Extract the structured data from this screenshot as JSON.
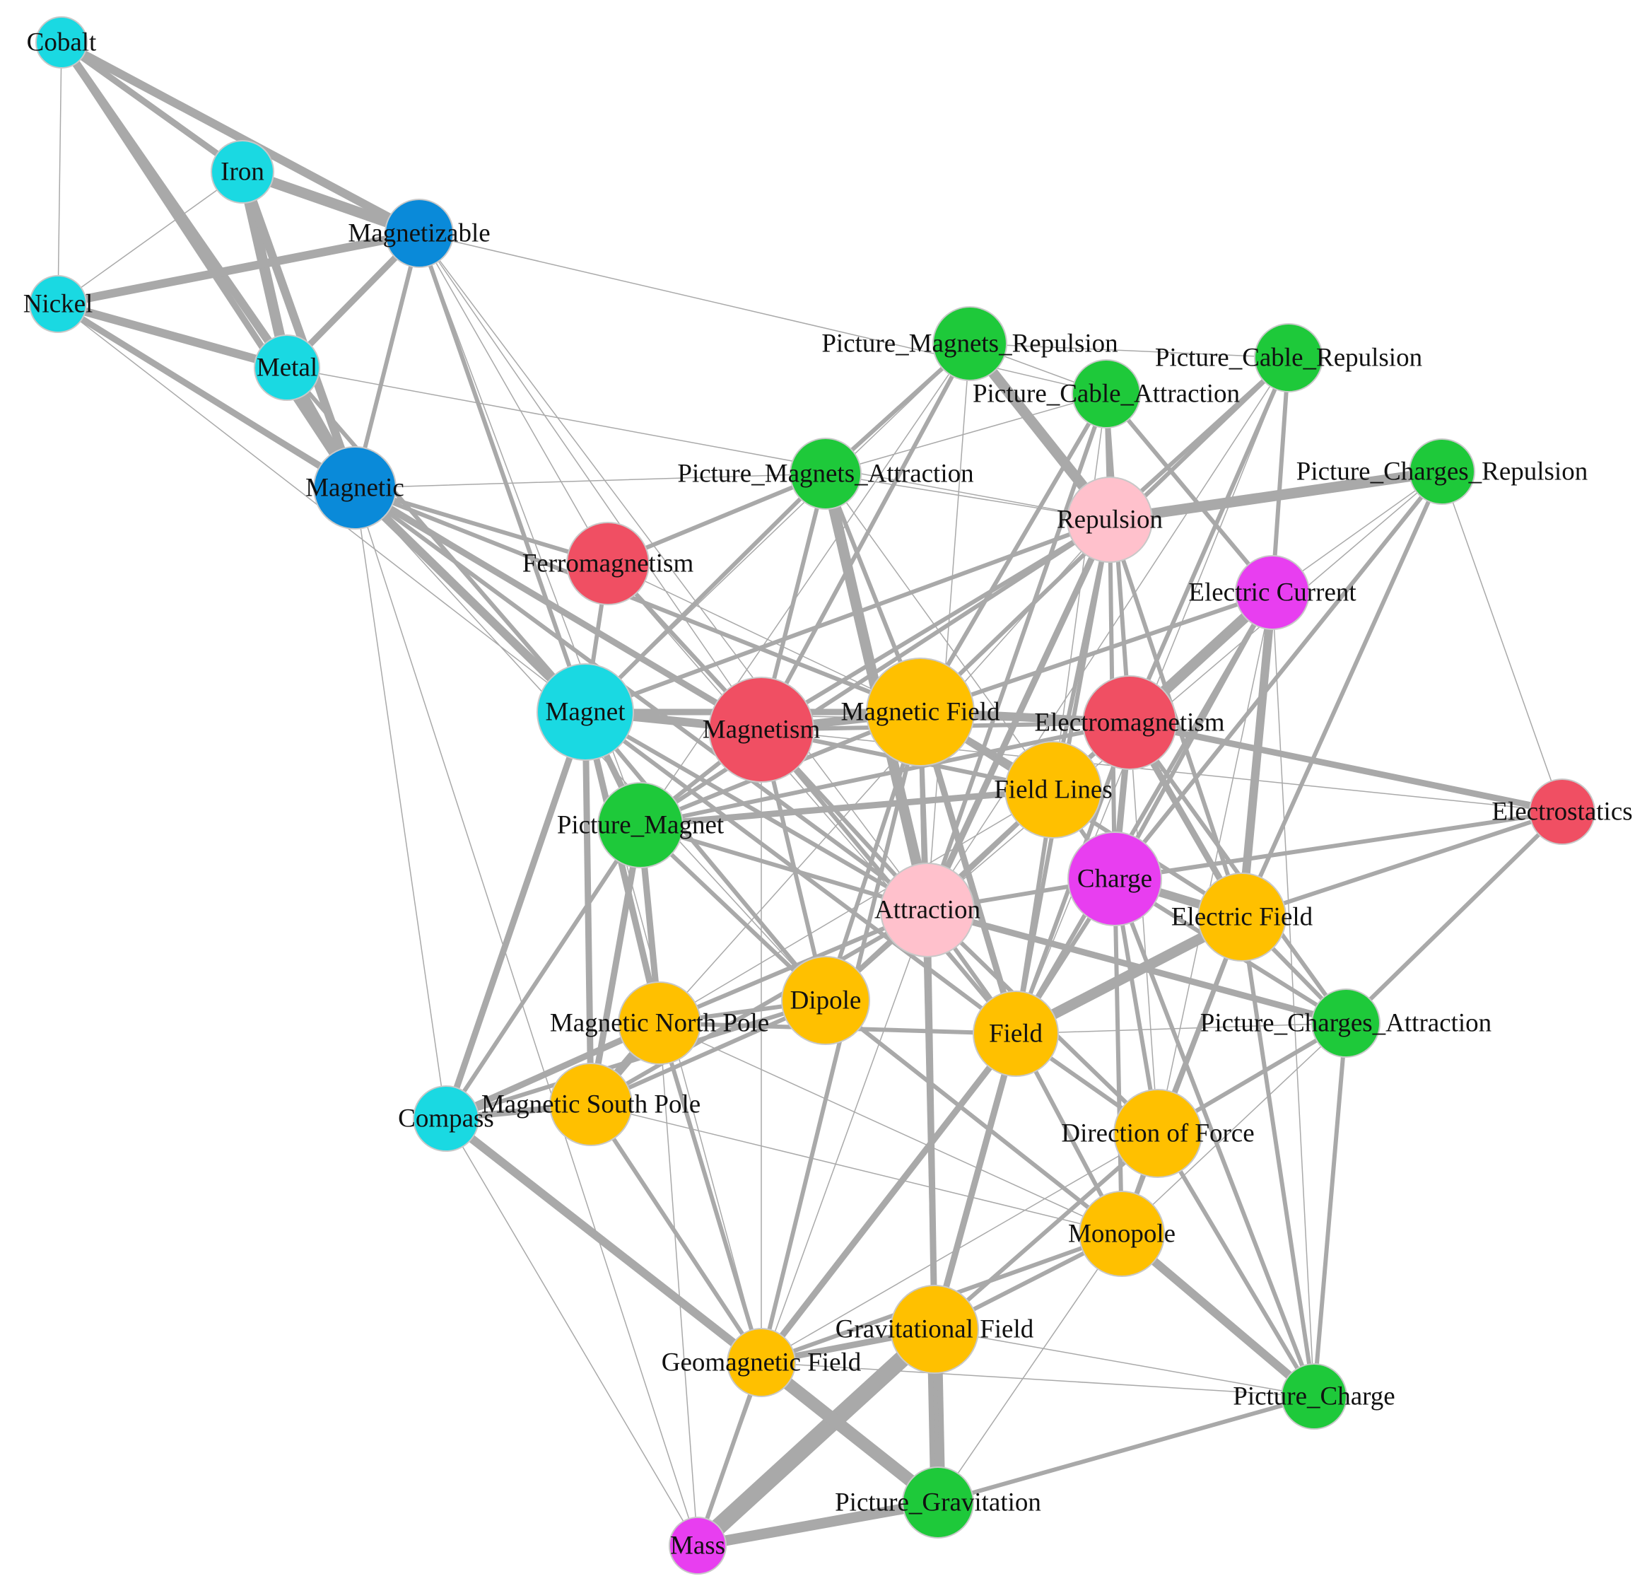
{
  "colors": {
    "cyan": "#1ad9e2",
    "blue": "#0a8ad9",
    "red": "#f04f63",
    "pink": "#ffc1cc",
    "magenta": "#e83ef0",
    "orange": "#ffc000",
    "green": "#1ec93a",
    "edge": "#a9a9a9",
    "node_border": "#c8c8c8"
  },
  "nodes": [
    {
      "id": "cobalt",
      "label": "Cobalt",
      "color": "cyan"
    },
    {
      "id": "iron",
      "label": "Iron",
      "color": "cyan"
    },
    {
      "id": "magnetizable",
      "label": "Magnetizable",
      "color": "blue"
    },
    {
      "id": "nickel",
      "label": "Nickel",
      "color": "cyan"
    },
    {
      "id": "metal",
      "label": "Metal",
      "color": "cyan"
    },
    {
      "id": "magnetic",
      "label": "Magnetic",
      "color": "blue"
    },
    {
      "id": "pic_mag_rep",
      "label": "Picture_Magnets_Repulsion",
      "color": "green"
    },
    {
      "id": "pic_cable_rep",
      "label": "Picture_Cable_Repulsion",
      "color": "green"
    },
    {
      "id": "pic_cable_att",
      "label": "Picture_Cable_Attraction",
      "color": "green"
    },
    {
      "id": "pic_mag_att",
      "label": "Picture_Magnets_Attraction",
      "color": "green"
    },
    {
      "id": "pic_charges_rep",
      "label": "Picture_Charges_Repulsion",
      "color": "green"
    },
    {
      "id": "repulsion",
      "label": "Repulsion",
      "color": "pink"
    },
    {
      "id": "ferromagnetism",
      "label": "Ferromagnetism",
      "color": "red"
    },
    {
      "id": "electric_current",
      "label": "Electric Current",
      "color": "magenta"
    },
    {
      "id": "magnet",
      "label": "Magnet",
      "color": "cyan"
    },
    {
      "id": "magnetism",
      "label": "Magnetism",
      "color": "red"
    },
    {
      "id": "magnetic_field",
      "label": "Magnetic Field",
      "color": "orange"
    },
    {
      "id": "electromagnetism",
      "label": "Electromagnetism",
      "color": "red"
    },
    {
      "id": "field_lines",
      "label": "Field Lines",
      "color": "orange"
    },
    {
      "id": "electrostatics",
      "label": "Electrostatics",
      "color": "red"
    },
    {
      "id": "picture_magnet",
      "label": "Picture_Magnet",
      "color": "green"
    },
    {
      "id": "charge",
      "label": "Charge",
      "color": "magenta"
    },
    {
      "id": "attraction",
      "label": "Attraction",
      "color": "pink"
    },
    {
      "id": "electric_field",
      "label": "Electric Field",
      "color": "orange"
    },
    {
      "id": "dipole",
      "label": "Dipole",
      "color": "orange"
    },
    {
      "id": "mag_north",
      "label": "Magnetic North Pole",
      "color": "orange"
    },
    {
      "id": "field",
      "label": "Field",
      "color": "orange"
    },
    {
      "id": "pic_charges_att",
      "label": "Picture_Charges_Attraction",
      "color": "green"
    },
    {
      "id": "compass",
      "label": "Compass",
      "color": "cyan"
    },
    {
      "id": "mag_south",
      "label": "Magnetic South Pole",
      "color": "orange"
    },
    {
      "id": "direction_force",
      "label": "Direction of Force",
      "color": "orange"
    },
    {
      "id": "monopole",
      "label": "Monopole",
      "color": "orange"
    },
    {
      "id": "grav_field",
      "label": "Gravitational Field",
      "color": "orange"
    },
    {
      "id": "geomag_field",
      "label": "Geomagnetic Field",
      "color": "orange"
    },
    {
      "id": "picture_charge",
      "label": "Picture_Charge",
      "color": "green"
    },
    {
      "id": "pic_gravitation",
      "label": "Picture_Gravitation",
      "color": "green"
    },
    {
      "id": "mass",
      "label": "Mass",
      "color": "magenta"
    }
  ],
  "edges": [
    [
      "cobalt",
      "iron",
      3
    ],
    [
      "cobalt",
      "magnetizable",
      4
    ],
    [
      "cobalt",
      "metal",
      4
    ],
    [
      "cobalt",
      "magnetic",
      3
    ],
    [
      "cobalt",
      "nickel",
      1
    ],
    [
      "iron",
      "magnetizable",
      5
    ],
    [
      "iron",
      "metal",
      5
    ],
    [
      "iron",
      "magnetic",
      4
    ],
    [
      "iron",
      "nickel",
      1
    ],
    [
      "nickel",
      "magnetizable",
      4
    ],
    [
      "nickel",
      "metal",
      4
    ],
    [
      "nickel",
      "magnetic",
      3
    ],
    [
      "nickel",
      "magnet",
      1
    ],
    [
      "nickel",
      "magnetism",
      1
    ],
    [
      "metal",
      "magnetic",
      5
    ],
    [
      "metal",
      "magnetizable",
      3
    ],
    [
      "metal",
      "magnet",
      2
    ],
    [
      "metal",
      "repulsion",
      1
    ],
    [
      "magnetizable",
      "magnetic",
      2
    ],
    [
      "magnetizable",
      "magnet",
      2
    ],
    [
      "magnetizable",
      "ferromagnetism",
      1
    ],
    [
      "magnetizable",
      "magnetism",
      1
    ],
    [
      "magnetizable",
      "attraction",
      1
    ],
    [
      "magnetizable",
      "pic_cable_att",
      1
    ],
    [
      "magnetizable",
      "picture_magnet",
      1
    ],
    [
      "magnetic",
      "magnet",
      4
    ],
    [
      "magnetic",
      "magnetism",
      3
    ],
    [
      "magnetic",
      "ferromagnetism",
      2
    ],
    [
      "magnetic",
      "magnetic_field",
      2
    ],
    [
      "magnetic",
      "attraction",
      2
    ],
    [
      "magnetic",
      "compass",
      1
    ],
    [
      "magnetic",
      "pic_mag_att",
      1
    ],
    [
      "magnetic",
      "dipole",
      1
    ],
    [
      "ferromagnetism",
      "magnet",
      2
    ],
    [
      "ferromagnetism",
      "magnetism",
      2
    ],
    [
      "ferromagnetism",
      "pic_mag_att",
      2
    ],
    [
      "ferromagnetism",
      "magnetic_field",
      1
    ],
    [
      "ferromagnetism",
      "field",
      1
    ],
    [
      "magnet",
      "magnetism",
      4
    ],
    [
      "magnet",
      "magnetic_field",
      3
    ],
    [
      "magnet",
      "picture_magnet",
      3
    ],
    [
      "magnet",
      "mag_north",
      3
    ],
    [
      "magnet",
      "mag_south",
      3
    ],
    [
      "magnet",
      "compass",
      3
    ],
    [
      "magnet",
      "attraction",
      2
    ],
    [
      "magnet",
      "repulsion",
      2
    ],
    [
      "magnet",
      "pic_mag_att",
      2
    ],
    [
      "magnet",
      "pic_mag_rep",
      1
    ],
    [
      "magnet",
      "dipole",
      2
    ],
    [
      "magnet",
      "field",
      2
    ],
    [
      "magnet",
      "electromagnetism",
      1
    ],
    [
      "magnet",
      "geomag_field",
      1
    ],
    [
      "magnetism",
      "magnetic_field",
      4
    ],
    [
      "magnetism",
      "electromagnetism",
      2
    ],
    [
      "magnetism",
      "pic_mag_att",
      2
    ],
    [
      "magnetism",
      "pic_mag_rep",
      2
    ],
    [
      "magnetism",
      "attraction",
      2
    ],
    [
      "magnetism",
      "repulsion",
      2
    ],
    [
      "magnetism",
      "field_lines",
      2
    ],
    [
      "magnetism",
      "dipole",
      2
    ],
    [
      "magnetism",
      "field",
      2
    ],
    [
      "magnetism",
      "picture_magnet",
      2
    ],
    [
      "magnetism",
      "geomag_field",
      1
    ],
    [
      "magnetism",
      "electrostatics",
      1
    ],
    [
      "magnetic_field",
      "electromagnetism",
      4
    ],
    [
      "magnetic_field",
      "field_lines",
      3
    ],
    [
      "magnetic_field",
      "field",
      3
    ],
    [
      "magnetic_field",
      "attraction",
      2
    ],
    [
      "magnetic_field",
      "pic_mag_att",
      2
    ],
    [
      "magnetic_field",
      "pic_cable_att",
      2
    ],
    [
      "magnetic_field",
      "pic_cable_rep",
      2
    ],
    [
      "magnetic_field",
      "picture_magnet",
      2
    ],
    [
      "magnetic_field",
      "electric_field",
      2
    ],
    [
      "magnetic_field",
      "grav_field",
      2
    ],
    [
      "magnetic_field",
      "electric_current",
      2
    ],
    [
      "magnetic_field",
      "dipole",
      2
    ],
    [
      "pic_mag_att",
      "attraction",
      5
    ],
    [
      "pic_mag_att",
      "pic_mag_rep",
      2
    ],
    [
      "pic_mag_att",
      "pic_cable_att",
      1
    ],
    [
      "pic_mag_att",
      "repulsion",
      1
    ],
    [
      "pic_mag_att",
      "field_lines",
      1
    ],
    [
      "pic_mag_rep",
      "repulsion",
      5
    ],
    [
      "pic_mag_rep",
      "pic_cable_rep",
      1
    ],
    [
      "pic_mag_rep",
      "pic_cable_att",
      1
    ],
    [
      "pic_mag_rep",
      "attraction",
      1
    ],
    [
      "pic_mag_rep",
      "picture_magnet",
      1
    ],
    [
      "pic_cable_att",
      "repulsion",
      2
    ],
    [
      "pic_cable_att",
      "attraction",
      2
    ],
    [
      "pic_cable_att",
      "electric_current",
      2
    ],
    [
      "pic_cable_att",
      "electromagnetism",
      2
    ],
    [
      "pic_cable_att",
      "field_lines",
      1
    ],
    [
      "pic_cable_rep",
      "repulsion",
      2
    ],
    [
      "pic_cable_rep",
      "electric_current",
      2
    ],
    [
      "pic_cable_rep",
      "electromagnetism",
      2
    ],
    [
      "pic_cable_rep",
      "attraction",
      1
    ],
    [
      "pic_cable_rep",
      "field",
      1
    ],
    [
      "pic_charges_rep",
      "repulsion",
      5
    ],
    [
      "pic_charges_rep",
      "charge",
      2
    ],
    [
      "pic_charges_rep",
      "electric_field",
      2
    ],
    [
      "pic_charges_rep",
      "electrostatics",
      1
    ],
    [
      "pic_charges_rep",
      "electric_current",
      1
    ],
    [
      "pic_charges_rep",
      "attraction",
      1
    ],
    [
      "repulsion",
      "attraction",
      3
    ],
    [
      "repulsion",
      "charge",
      2
    ],
    [
      "repulsion",
      "field_lines",
      2
    ],
    [
      "repulsion",
      "field",
      2
    ],
    [
      "repulsion",
      "electric_field",
      2
    ],
    [
      "repulsion",
      "picture_magnet",
      2
    ],
    [
      "repulsion",
      "mag_north",
      1
    ],
    [
      "electric_current",
      "electromagnetism",
      5
    ],
    [
      "electric_current",
      "electric_field",
      4
    ],
    [
      "electric_current",
      "field",
      2
    ],
    [
      "electric_current",
      "charge",
      2
    ],
    [
      "electric_current",
      "field_lines",
      2
    ],
    [
      "electric_current",
      "direction_force",
      1
    ],
    [
      "electromagnetism",
      "electrostatics",
      3
    ],
    [
      "electromagnetism",
      "charge",
      3
    ],
    [
      "electromagnetism",
      "electric_field",
      3
    ],
    [
      "electromagnetism",
      "field_lines",
      2
    ],
    [
      "electromagnetism",
      "picture_magnet",
      2
    ],
    [
      "electromagnetism",
      "field",
      2
    ],
    [
      "electromagnetism",
      "pic_charges_att",
      2
    ],
    [
      "electromagnetism",
      "direction_force",
      1
    ],
    [
      "electrostatics",
      "charge",
      2
    ],
    [
      "electrostatics",
      "electric_field",
      2
    ],
    [
      "electrostatics",
      "pic_charges_att",
      2
    ],
    [
      "electrostatics",
      "attraction",
      1
    ],
    [
      "field_lines",
      "picture_magnet",
      3
    ],
    [
      "field_lines",
      "field",
      2
    ],
    [
      "field_lines",
      "dipole",
      2
    ],
    [
      "field_lines",
      "attraction",
      2
    ],
    [
      "field_lines",
      "charge",
      2
    ],
    [
      "field_lines",
      "mag_north",
      1
    ],
    [
      "picture_magnet",
      "mag_north",
      3
    ],
    [
      "picture_magnet",
      "mag_south",
      3
    ],
    [
      "picture_magnet",
      "compass",
      2
    ],
    [
      "picture_magnet",
      "attraction",
      2
    ],
    [
      "picture_magnet",
      "dipole",
      2
    ],
    [
      "charge",
      "electric_field",
      4
    ],
    [
      "charge",
      "pic_charges_att",
      2
    ],
    [
      "charge",
      "field",
      2
    ],
    [
      "charge",
      "direction_force",
      2
    ],
    [
      "charge",
      "monopole",
      2
    ],
    [
      "charge",
      "picture_charge",
      2
    ],
    [
      "charge",
      "attraction",
      2
    ],
    [
      "attraction",
      "pic_charges_att",
      3
    ],
    [
      "attraction",
      "grav_field",
      3
    ],
    [
      "attraction",
      "mag_north",
      2
    ],
    [
      "attraction",
      "mag_south",
      2
    ],
    [
      "attraction",
      "field",
      2
    ],
    [
      "attraction",
      "dipole",
      2
    ],
    [
      "attraction",
      "direction_force",
      2
    ],
    [
      "attraction",
      "mass",
      1
    ],
    [
      "electric_field",
      "field",
      5
    ],
    [
      "electric_field",
      "pic_charges_att",
      2
    ],
    [
      "electric_field",
      "direction_force",
      2
    ],
    [
      "electric_field",
      "monopole",
      2
    ],
    [
      "electric_field",
      "picture_charge",
      2
    ],
    [
      "dipole",
      "mag_north",
      2
    ],
    [
      "dipole",
      "mag_south",
      2
    ],
    [
      "dipole",
      "compass",
      2
    ],
    [
      "dipole",
      "monopole",
      2
    ],
    [
      "mag_north",
      "mag_south",
      4
    ],
    [
      "mag_north",
      "compass",
      3
    ],
    [
      "mag_north",
      "geomag_field",
      2
    ],
    [
      "mag_north",
      "field",
      2
    ],
    [
      "mag_north",
      "monopole",
      1
    ],
    [
      "mag_south",
      "compass",
      3
    ],
    [
      "mag_south",
      "geomag_field",
      2
    ],
    [
      "mag_south",
      "monopole",
      1
    ],
    [
      "field",
      "grav_field",
      3
    ],
    [
      "field",
      "direction_force",
      2
    ],
    [
      "field",
      "monopole",
      2
    ],
    [
      "field",
      "geomag_field",
      3
    ],
    [
      "field",
      "pic_charges_att",
      1
    ],
    [
      "pic_charges_att",
      "direction_force",
      2
    ],
    [
      "pic_charges_att",
      "picture_charge",
      2
    ],
    [
      "pic_charges_att",
      "monopole",
      1
    ],
    [
      "compass",
      "geomag_field",
      2
    ],
    [
      "compass",
      "pic_gravitation",
      4
    ],
    [
      "compass",
      "mass",
      1
    ],
    [
      "direction_force",
      "monopole",
      2
    ],
    [
      "direction_force",
      "picture_charge",
      2
    ],
    [
      "direction_force",
      "grav_field",
      2
    ],
    [
      "direction_force",
      "geomag_field",
      1
    ],
    [
      "monopole",
      "picture_charge",
      4
    ],
    [
      "monopole",
      "grav_field",
      2
    ],
    [
      "monopole",
      "geomag_field",
      2
    ],
    [
      "monopole",
      "pic_gravitation",
      1
    ],
    [
      "grav_field",
      "geomag_field",
      3
    ],
    [
      "grav_field",
      "pic_gravitation",
      7
    ],
    [
      "grav_field",
      "mass",
      8
    ],
    [
      "grav_field",
      "picture_charge",
      1
    ],
    [
      "geomag_field",
      "pic_gravitation",
      6
    ],
    [
      "geomag_field",
      "mass",
      2
    ],
    [
      "geomag_field",
      "magnetic_field",
      2
    ],
    [
      "geomag_field",
      "picture_charge",
      1
    ],
    [
      "picture_charge",
      "pic_gravitation",
      2
    ],
    [
      "picture_charge",
      "electric_current",
      1
    ],
    [
      "pic_gravitation",
      "mass",
      5
    ],
    [
      "pic_gravitation",
      "magnetic_field",
      2
    ],
    [
      "mass",
      "magnetic",
      1
    ],
    [
      "mass",
      "mag_north",
      1
    ]
  ]
}
